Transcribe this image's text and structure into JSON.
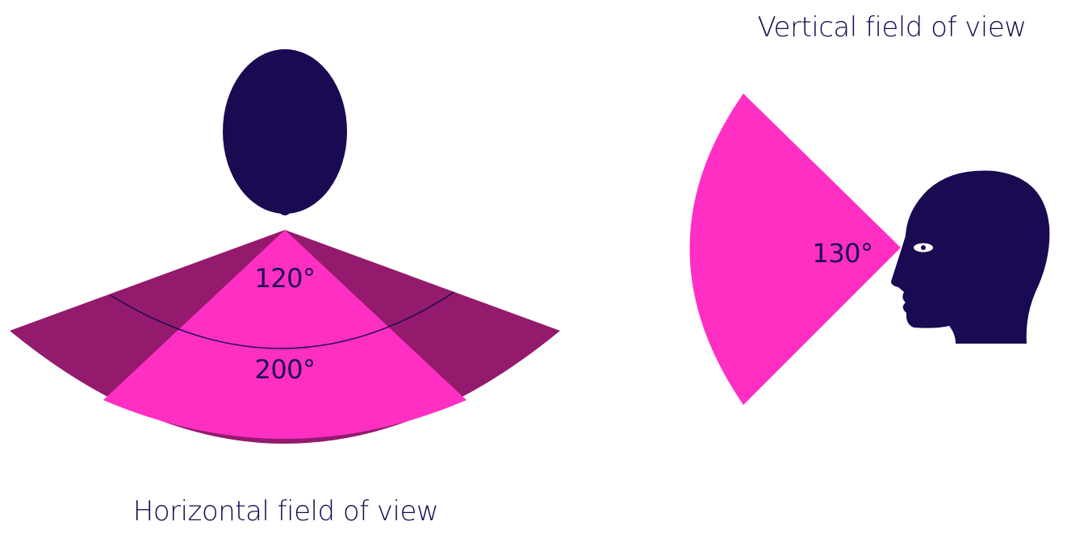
{
  "colors": {
    "ink": "#1a0a52",
    "primary_field": "#ff2fc3",
    "peripheral_field": "#941a6d",
    "background": "#ffffff"
  },
  "horizontal": {
    "caption": "Horizontal field of view",
    "central_angle_label": "120°",
    "total_angle_label": "200°",
    "central_angle_deg": 120,
    "total_angle_deg": 200
  },
  "vertical": {
    "caption": "Vertical field of view",
    "angle_label": "130°",
    "angle_deg": 130
  }
}
